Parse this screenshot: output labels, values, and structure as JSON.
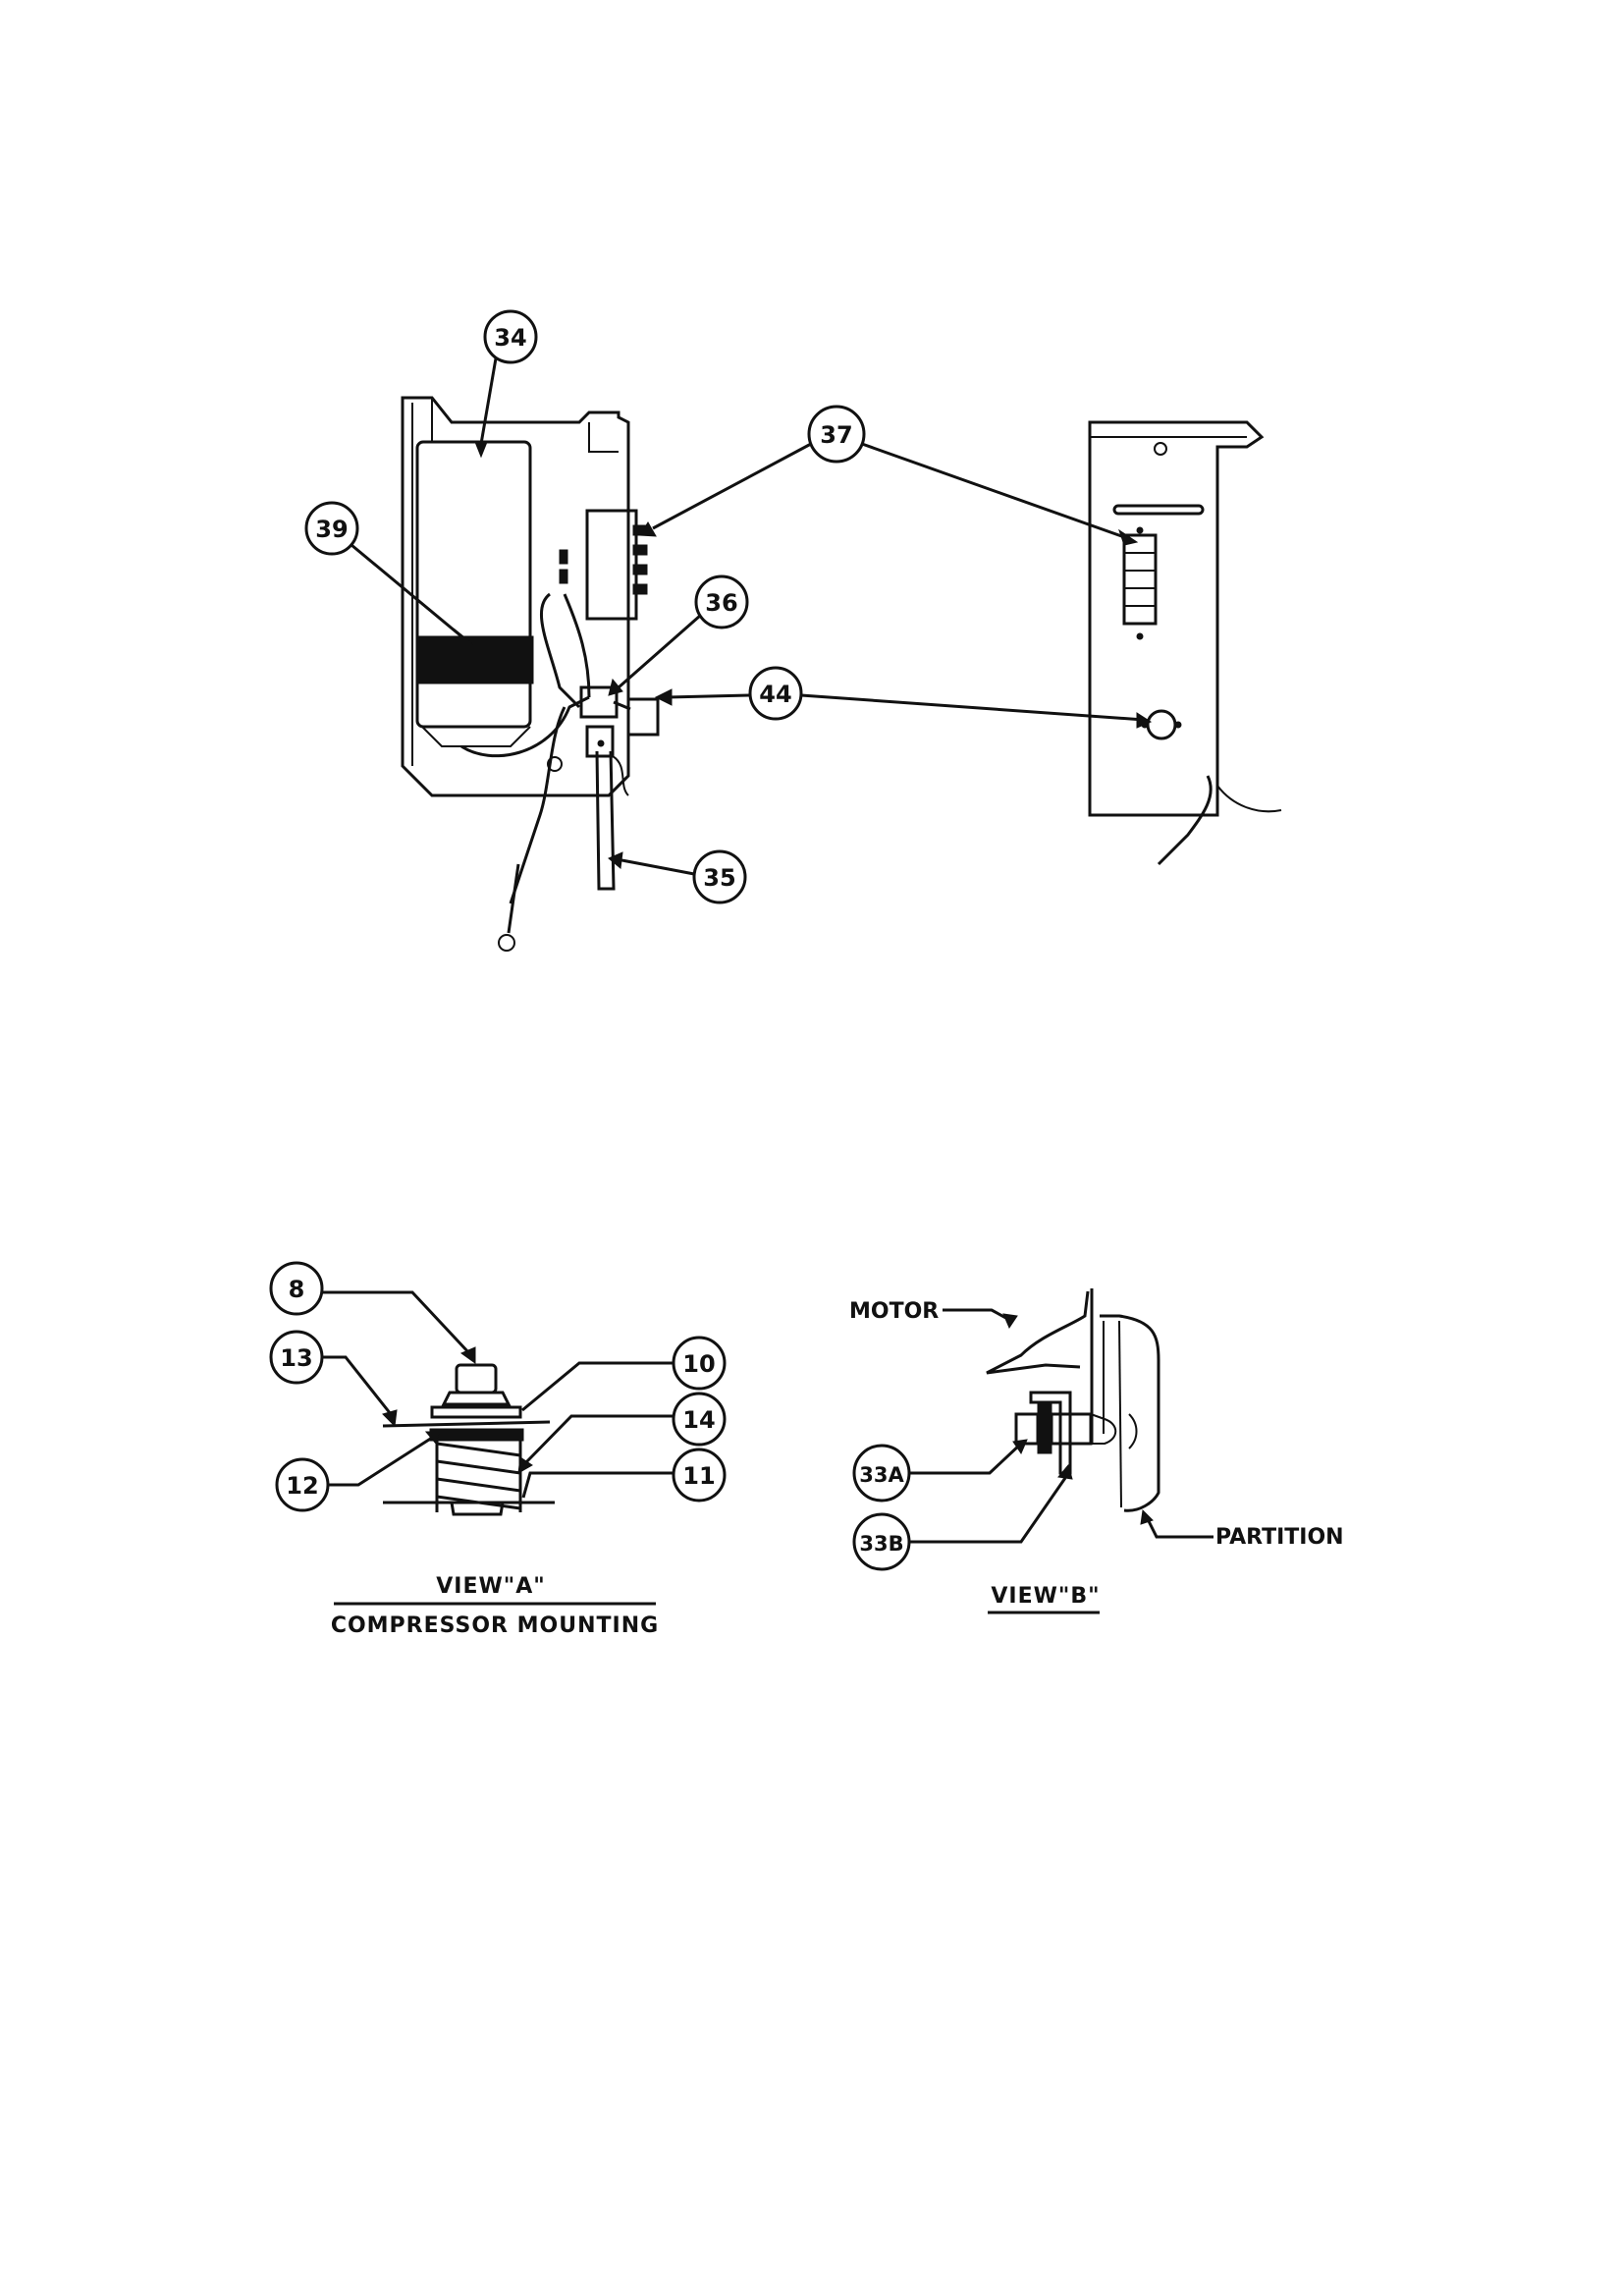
{
  "callouts_control": [
    {
      "id": "c34",
      "label": "34"
    },
    {
      "id": "c39",
      "label": "39"
    },
    {
      "id": "c37",
      "label": "37"
    },
    {
      "id": "c36",
      "label": "36"
    },
    {
      "id": "c44",
      "label": "44"
    },
    {
      "id": "c35",
      "label": "35"
    }
  ],
  "callouts_view_a": [
    {
      "id": "c8",
      "label": "8"
    },
    {
      "id": "c13",
      "label": "13"
    },
    {
      "id": "c10",
      "label": "10"
    },
    {
      "id": "c14",
      "label": "14"
    },
    {
      "id": "c12",
      "label": "12"
    },
    {
      "id": "c11",
      "label": "11"
    }
  ],
  "callouts_view_b": [
    {
      "id": "c33a",
      "label": "33A"
    },
    {
      "id": "c33b",
      "label": "33B"
    }
  ],
  "view_a": {
    "title": "VIEW\"A\"",
    "subtitle": "COMPRESSOR MOUNTING"
  },
  "view_b": {
    "title": "VIEW\"B\"",
    "motor_label": "MOTOR",
    "partition_label": "PARTITION"
  }
}
